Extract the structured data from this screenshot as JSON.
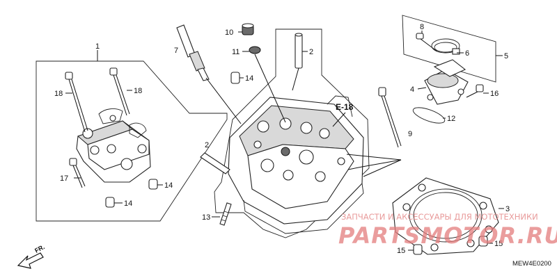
{
  "callouts": {
    "c1": "1",
    "c2a": "2",
    "c2b": "2",
    "c3": "3",
    "c4": "4",
    "c5": "5",
    "c6": "6",
    "c7": "7",
    "c8": "8",
    "c9": "9",
    "c10": "10",
    "c11": "11",
    "c12": "12",
    "c13": "13",
    "c14a": "14",
    "c14b": "14",
    "c14c": "14",
    "c15a": "15",
    "c15b": "15",
    "c16": "16",
    "c17": "17",
    "c18a": "18",
    "c18b": "18"
  },
  "reference": "E-18",
  "direction_label": "FR.",
  "diagram_code": "MEW4E0200",
  "watermark": {
    "line1": "ЗАПЧАСТИ И АКСЕССУАРЫ ДЛЯ МОТОТЕХНИКИ",
    "line2": "PARTSMOTOR.RU"
  }
}
